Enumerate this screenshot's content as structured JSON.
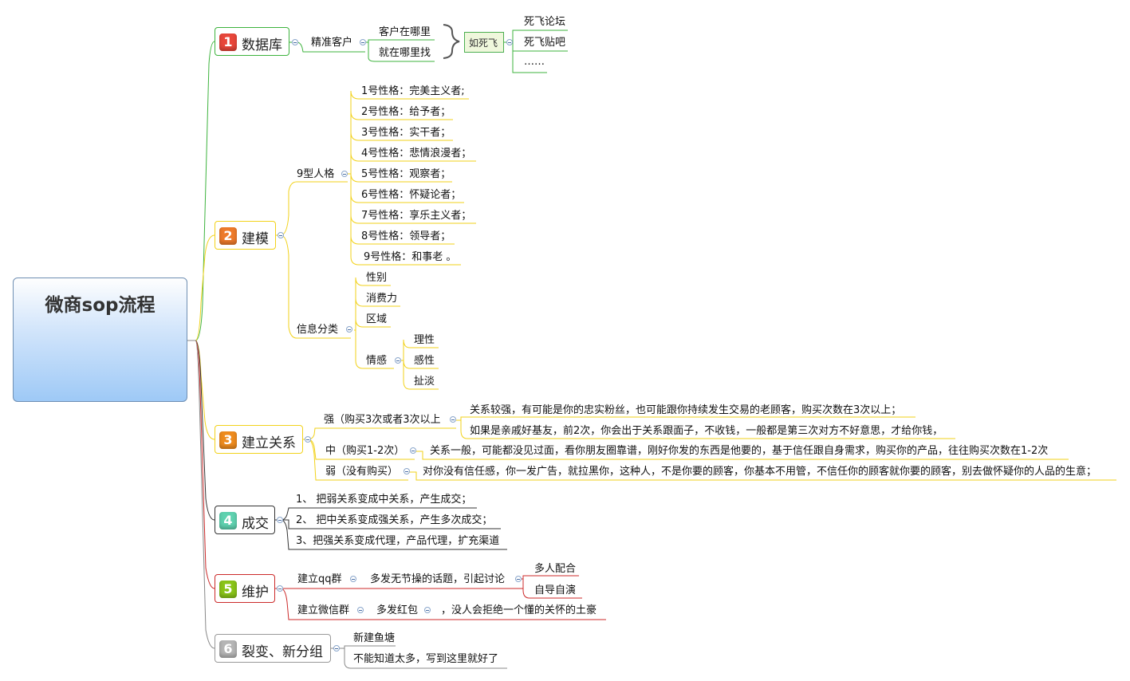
{
  "root": "微商sop流程",
  "colors": {
    "b1": "#3db33d",
    "b2": "#f2d21a",
    "b3": "#f2d21a",
    "b4": "#333333",
    "b5": "#cc2a2a",
    "b6": "#888888",
    "n1": "#e8463a",
    "n2": "#ee7a2a",
    "n3": "#ee8b1e",
    "n4": "#5fd2b0",
    "n5": "#8ac41a",
    "n6": "#b5b5b5"
  },
  "b1": {
    "num": "1",
    "label": "数据库",
    "c1": "精准客户",
    "c2a": "客户在哪里",
    "c2b": "就在哪里找",
    "box": "如死飞",
    "l1": "死飞论坛",
    "l2": "死飞贴吧",
    "l3": "……"
  },
  "b2": {
    "num": "2",
    "label": "建模",
    "p": "9型人格",
    "p1": "1号性格：完美主义者;",
    "p2": "2号性格：给予者；",
    "p3": "3号性格：实干者；",
    "p4": "4号性格：悲情浪漫者；",
    "p5": "5号性格：观察者；",
    "p6": "6号性格：怀疑论者；",
    "p7": "7号性格：享乐主义者；",
    "p8": "8号性格：领导者；",
    "p9": "9号性格：和事老 。",
    "i": "信息分类",
    "i1": "性别",
    "i2": "消费力",
    "i3": "区域",
    "i4": "情感",
    "e1": "理性",
    "e2": "感性",
    "e3": "扯淡"
  },
  "b3": {
    "num": "3",
    "label": "建立关系",
    "s": "强（购买3次或者3次以上",
    "s1": "关系较强，有可能是你的忠实粉丝，也可能跟你持续发生交易的老顾客，购买次数在3次以上；",
    "s2": "如果是亲戚好基友，前2次，你会出于关系跟面子，不收钱，一般都是第三次对方不好意思，才给你钱，",
    "m": "中（购买1-2次）",
    "m1": "关系一般，可能都没见过面，看你朋友圈靠谱，刚好你发的东西是他要的，基于信任跟自身需求，购买你的产品，往往购买次数在1-2次",
    "w": "弱（没有购买）",
    "w1": "对你没有信任感，你一发广告，就拉黑你，这种人，不是你要的顾客，你基本不用管，不信任你的顾客就你要的顾客，别去做怀疑你的人品的生意；"
  },
  "b4": {
    "num": "4",
    "label": "成交",
    "a": "1、 把弱关系变成中关系，产生成交；",
    "b": "2、 把中关系变成强关系，产生多次成交；",
    "c": "3、把强关系变成代理，产品代理，扩充渠道"
  },
  "b5": {
    "num": "5",
    "label": "维护",
    "q": "建立qq群",
    "q1": "多发无节操的话题，引起讨论",
    "q1a": "多人配合",
    "q1b": "自导自演",
    "w": "建立微信群",
    "w1": "多发红包",
    "w2": "，没人会拒绝一个懂的关怀的土豪"
  },
  "b6": {
    "num": "6",
    "label": "裂变、新分组",
    "a": "新建鱼塘",
    "b": "不能知道太多，写到这里就好了"
  }
}
